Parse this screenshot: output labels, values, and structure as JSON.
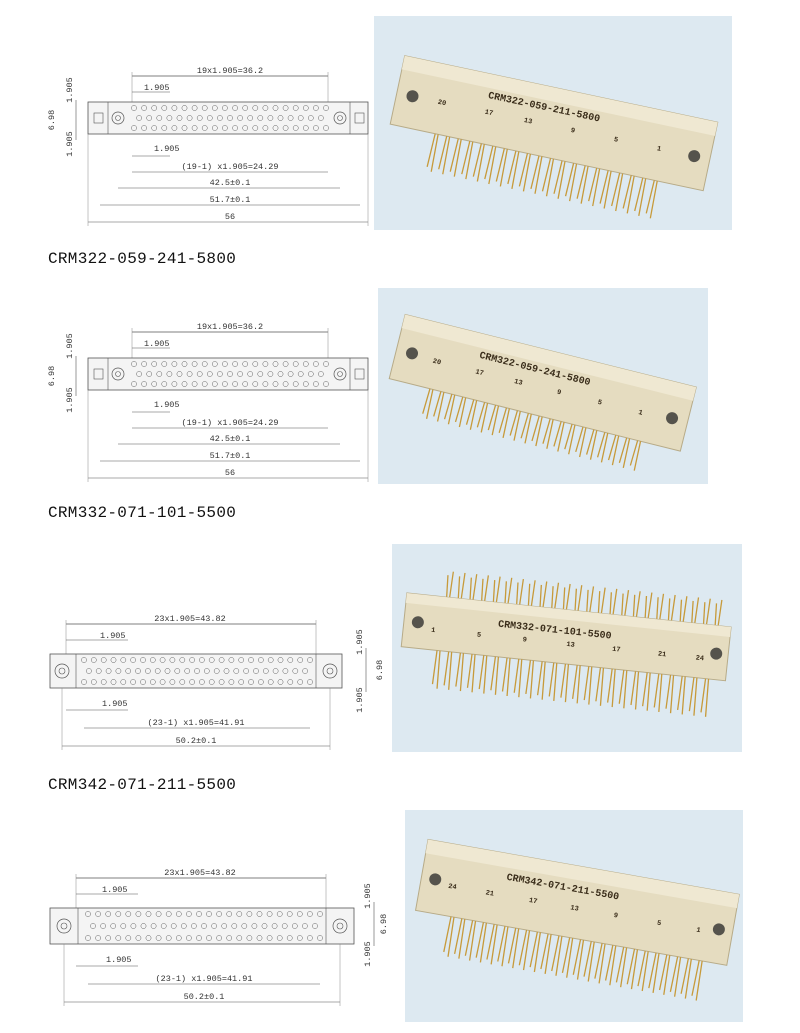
{
  "parts": [
    "CRM322-059-241-5800",
    "CRM332-071-101-5500",
    "CRM342-071-211-5500"
  ],
  "drawings": [
    {
      "top_dim": "19x1.905=36.2",
      "pitch_top": "1.905",
      "pitch_bottom": "1.905",
      "side_top": "1.905",
      "side_mid": "6.98",
      "side_bottom": "1.905",
      "pin_span": "(19-1) x1.905=24.29",
      "dim_1": "42.5±0.1",
      "dim_2": "51.7±0.1",
      "dim_3": "56"
    },
    {
      "top_dim": "19x1.905=36.2",
      "pitch_top": "1.905",
      "pitch_bottom": "1.905",
      "side_top": "1.905",
      "side_mid": "6.98",
      "side_bottom": "1.905",
      "pin_span": "(19-1) x1.905=24.29",
      "dim_1": "42.5±0.1",
      "dim_2": "51.7±0.1",
      "dim_3": "56"
    },
    {
      "top_dim": "23x1.905=43.82",
      "pitch_top": "1.905",
      "pitch_bottom": "1.905",
      "side_top": "1.905",
      "side_mid": "6.98",
      "side_bottom": "1.905",
      "pin_span": "(23-1) x1.905=41.91",
      "dim_1": "50.2±0.1"
    },
    {
      "top_dim": "23x1.905=43.82",
      "pitch_top": "1.905",
      "pitch_bottom": "1.905",
      "side_top": "1.905",
      "side_mid": "6.98",
      "side_bottom": "1.905",
      "pin_span": "(23-1) x1.905=41.91",
      "dim_1": "50.2±0.1"
    }
  ],
  "photos": [
    {
      "model": "CRM322-059-211-5800",
      "pins": [
        "20",
        "17",
        "13",
        "9",
        "5",
        "1"
      ]
    },
    {
      "model": "CRM322-059-241-5800",
      "pins": [
        "20",
        "17",
        "13",
        "9",
        "5",
        "1"
      ]
    },
    {
      "model": "CRM332-071-101-5500",
      "pins": [
        "1",
        "5",
        "9",
        "13",
        "17",
        "21",
        "24"
      ]
    },
    {
      "model": "CRM342-071-211-5500",
      "pins": [
        "24",
        "21",
        "17",
        "13",
        "9",
        "5",
        "1"
      ]
    }
  ],
  "colors": {
    "body": "#e5dcc0",
    "pin": "#c79a3a",
    "photo_bg": "#dde9f1",
    "line": "#555555"
  }
}
